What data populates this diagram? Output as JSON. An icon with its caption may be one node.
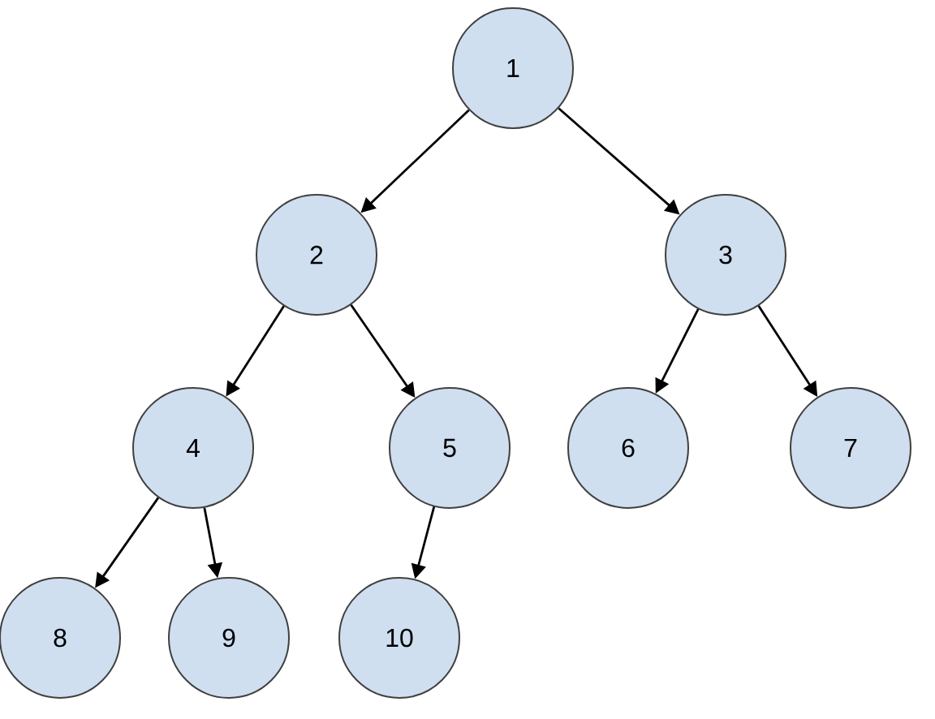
{
  "diagram": {
    "nodes": [
      {
        "text": [
          "1"
        ]
      },
      {
        "text": [
          "2"
        ]
      },
      {
        "text": [
          "3"
        ]
      },
      {
        "text": [
          "4"
        ]
      },
      {
        "text": [
          "5"
        ]
      },
      {
        "text": [
          "6"
        ]
      },
      {
        "text": [
          "7"
        ]
      },
      {
        "text": [
          "8"
        ]
      },
      {
        "text": [
          "9"
        ]
      },
      {
        "text": [
          "10"
        ]
      }
    ],
    "edges": [
      {
        "from": 0,
        "to": 1,
        "arrow": "to"
      },
      {
        "from": 0,
        "to": 2,
        "arrow": "to"
      },
      {
        "from": 1,
        "to": 3,
        "arrow": "to"
      },
      {
        "from": 1,
        "to": 4,
        "arrow": "to"
      },
      {
        "from": 2,
        "to": 5,
        "arrow": "to"
      },
      {
        "from": 2,
        "to": 6,
        "arrow": "to"
      },
      {
        "from": 3,
        "to": 7,
        "arrow": "to"
      },
      {
        "from": 3,
        "to": 8,
        "arrow": "to"
      },
      {
        "from": 4,
        "to": 9,
        "arrow": "to"
      }
    ]
  }
}
